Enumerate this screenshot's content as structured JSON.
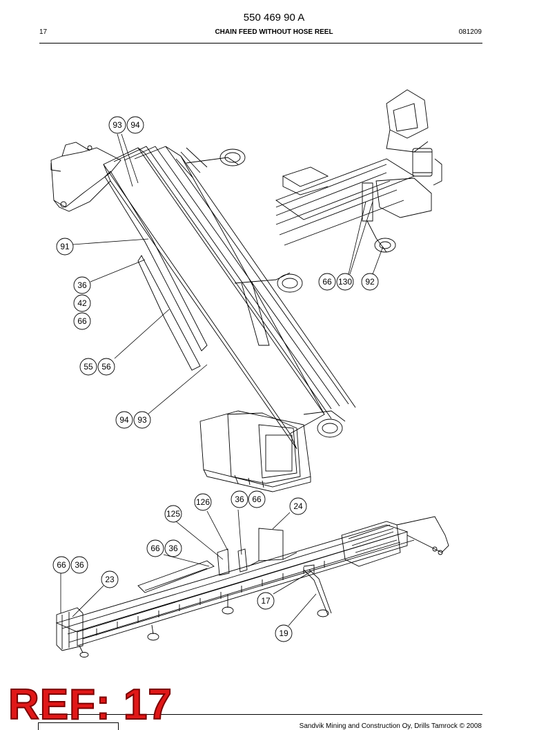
{
  "header": {
    "part_number": "550 469 90 A",
    "page": "17",
    "title": "CHAIN FEED WITHOUT HOSE REEL",
    "date": "081209"
  },
  "footer": {
    "ref_stamp": "REF: 17",
    "copyright": "Sandvik Mining and Construction Oy, Drills Tamrock © 2008"
  },
  "callouts": [
    "93",
    "94",
    "91",
    "36",
    "42",
    "66",
    "55",
    "56",
    "94",
    "93",
    "66",
    "130",
    "92",
    "126",
    "36",
    "66",
    "24",
    "125",
    "66",
    "36",
    "66",
    "36",
    "23",
    "17",
    "19"
  ]
}
